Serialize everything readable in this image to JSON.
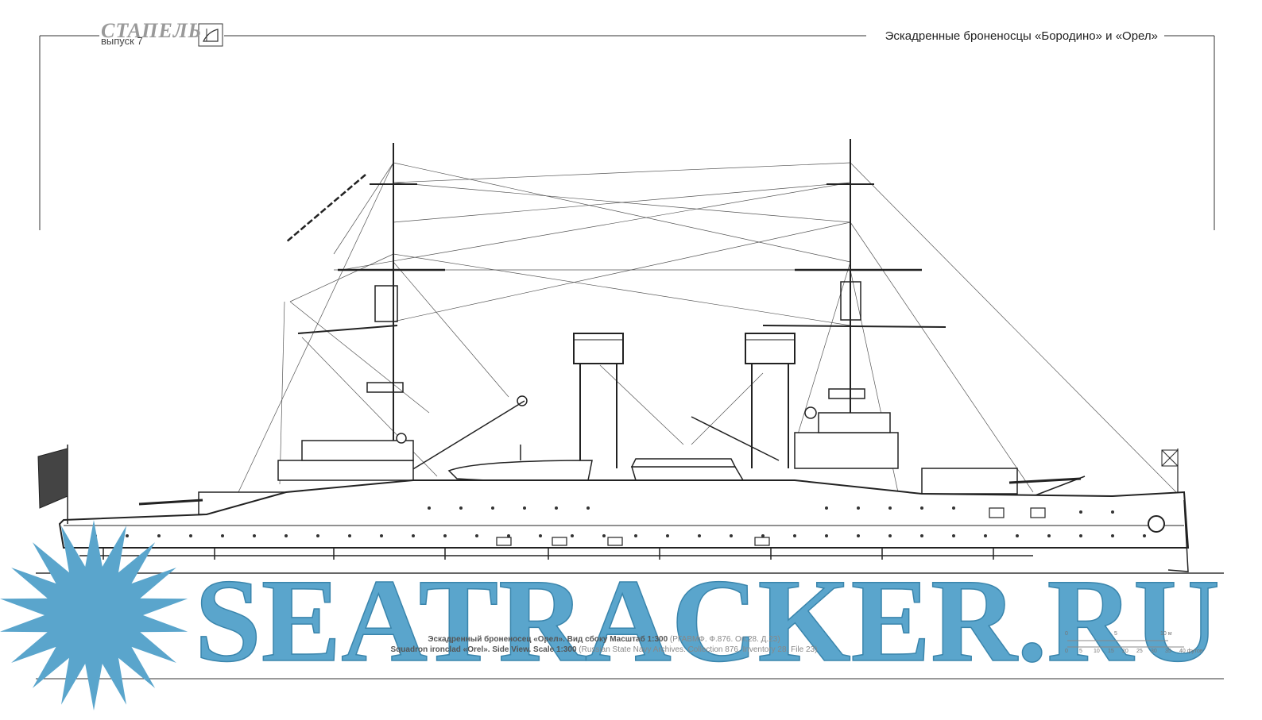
{
  "header": {
    "logo_title": "СТАПЕЛЬ",
    "logo_issue": "выпуск 7",
    "title": "Эскадренные броненосцы «Бородино» и «Орел»"
  },
  "caption": {
    "ru_bold": "Эскадренный броненосец «Орел». Вид сбоку Масштаб 1:300",
    "ru_source": "(РГАВМФ. Ф.876. Оп.28. Д.23)",
    "en_bold": "Squadron ironclad «Orel». Side View. Scale 1:300",
    "en_source": "(Russian State Navy Archives. Collection 876. Inventory 28. File 23)"
  },
  "scale_bar": {
    "meter_ticks": [
      "0",
      "5",
      "10 м"
    ],
    "feet_ticks": [
      "0",
      "5",
      "10",
      "15",
      "20",
      "25",
      "30",
      "35",
      "40 футов"
    ]
  },
  "watermark": {
    "text": "SEATRACKER.RU",
    "color": "#5aa5cc"
  }
}
